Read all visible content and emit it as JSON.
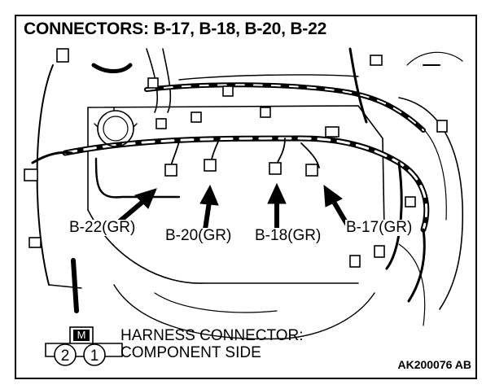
{
  "title": "CONNECTORS: B-17, B-18, B-20, B-22",
  "callouts": [
    {
      "id": "B-22",
      "label": "B-22(GR)"
    },
    {
      "id": "B-20",
      "label": "B-20(GR)"
    },
    {
      "id": "B-18",
      "label": "B-18(GR)"
    },
    {
      "id": "B-17",
      "label": "B-17(GR)"
    }
  ],
  "legend": {
    "symbol_letter": "M",
    "pins": [
      "2",
      "1"
    ],
    "line1": "HARNESS CONNECTOR:",
    "line2": "COMPONENT SIDE"
  },
  "figure_code": "AK200076 AB",
  "colors": {
    "ink": "#000000",
    "background": "#ffffff"
  }
}
